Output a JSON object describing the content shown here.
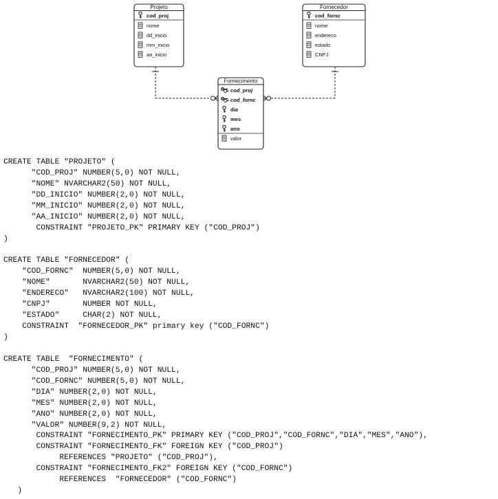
{
  "diagram": {
    "entities": {
      "projeto": {
        "title": "Projeto",
        "attributes": [
          {
            "name": "cod_proj",
            "kind": "pk"
          },
          {
            "name": "nome",
            "kind": "col"
          },
          {
            "name": "dd_inicio",
            "kind": "col"
          },
          {
            "name": "mm_inicio",
            "kind": "col"
          },
          {
            "name": "aa_inicio",
            "kind": "col"
          }
        ]
      },
      "fornecedor": {
        "title": "Fornecedor",
        "attributes": [
          {
            "name": "cod_fornc",
            "kind": "pk"
          },
          {
            "name": "nome",
            "kind": "col"
          },
          {
            "name": "endereco",
            "kind": "col"
          },
          {
            "name": "estado",
            "kind": "col"
          },
          {
            "name": "CNPJ",
            "kind": "col"
          }
        ]
      },
      "fornecimento": {
        "title": "Fornecimento",
        "attributes": [
          {
            "name": "cod_proj",
            "kind": "pkfk"
          },
          {
            "name": "cod_fornc",
            "kind": "pkfk"
          },
          {
            "name": "dia",
            "kind": "pk"
          },
          {
            "name": "mes",
            "kind": "pk"
          },
          {
            "name": "ano",
            "kind": "pk"
          },
          {
            "name": "valor",
            "kind": "col"
          }
        ]
      }
    }
  },
  "sql": {
    "lines": [
      "CREATE TABLE \"PROJETO\" (",
      "      \"COD_PROJ\" NUMBER(5,0) NOT NULL,",
      "      \"NOME\" NVARCHAR2(50) NOT NULL,",
      "      \"DD_INICIO\" NUMBER(2,0) NOT NULL,",
      "      \"MM_INICIO\" NUMBER(2,0) NOT NULL,",
      "      \"AA_INICIO\" NUMBER(2,0) NOT NULL,",
      "       CONSTRAINT \"PROJETO_PK\" PRIMARY KEY (\"COD_PROJ\")",
      ")",
      "",
      "CREATE TABLE \"FORNECEDOR\" (",
      "    \"COD_FORNC\"  NUMBER(5,0) NOT NULL,",
      "    \"NOME\"       NVARCHAR2(50) NOT NULL,",
      "    \"ENDERECO\"   NVARCHAR2(100) NOT NULL,",
      "    \"CNPJ\"       NUMBER NOT NULL,",
      "    \"ESTADO\"     CHAR(2) NOT NULL,",
      "    CONSTRAINT  \"FORNECEDOR_PK\" primary key (\"COD_FORNC\")",
      ")",
      "",
      "CREATE TABLE  \"FORNECIMENTO\" (",
      "      \"COD_PROJ\" NUMBER(5,0) NOT NULL,",
      "      \"COD_FORNC\" NUMBER(5,0) NOT NULL,",
      "      \"DIA\" NUMBER(2,0) NOT NULL,",
      "      \"MES\" NUMBER(2,0) NOT NULL,",
      "      \"ANO\" NUMBER(2,0) NOT NULL,",
      "      \"VALOR\" NUMBER(9,2) NOT NULL,",
      "       CONSTRAINT \"FORNECIMENTO_PK\" PRIMARY KEY (\"COD_PROJ\",\"COD_FORNC\",\"DIA\",\"MES\",\"ANO\"),",
      "       CONSTRAINT \"FORNECIMENTO_FK\" FOREIGN KEY (\"COD_PROJ\")",
      "            REFERENCES \"PROJETO\" (\"COD_PROJ\"),",
      "       CONSTRAINT \"FORNECIMENTO_FK2\" FOREIGN KEY (\"COD_FORNC\")",
      "            REFERENCES  \"FORNECEDOR\" (\"COD_FORNC\")",
      "   )"
    ]
  }
}
